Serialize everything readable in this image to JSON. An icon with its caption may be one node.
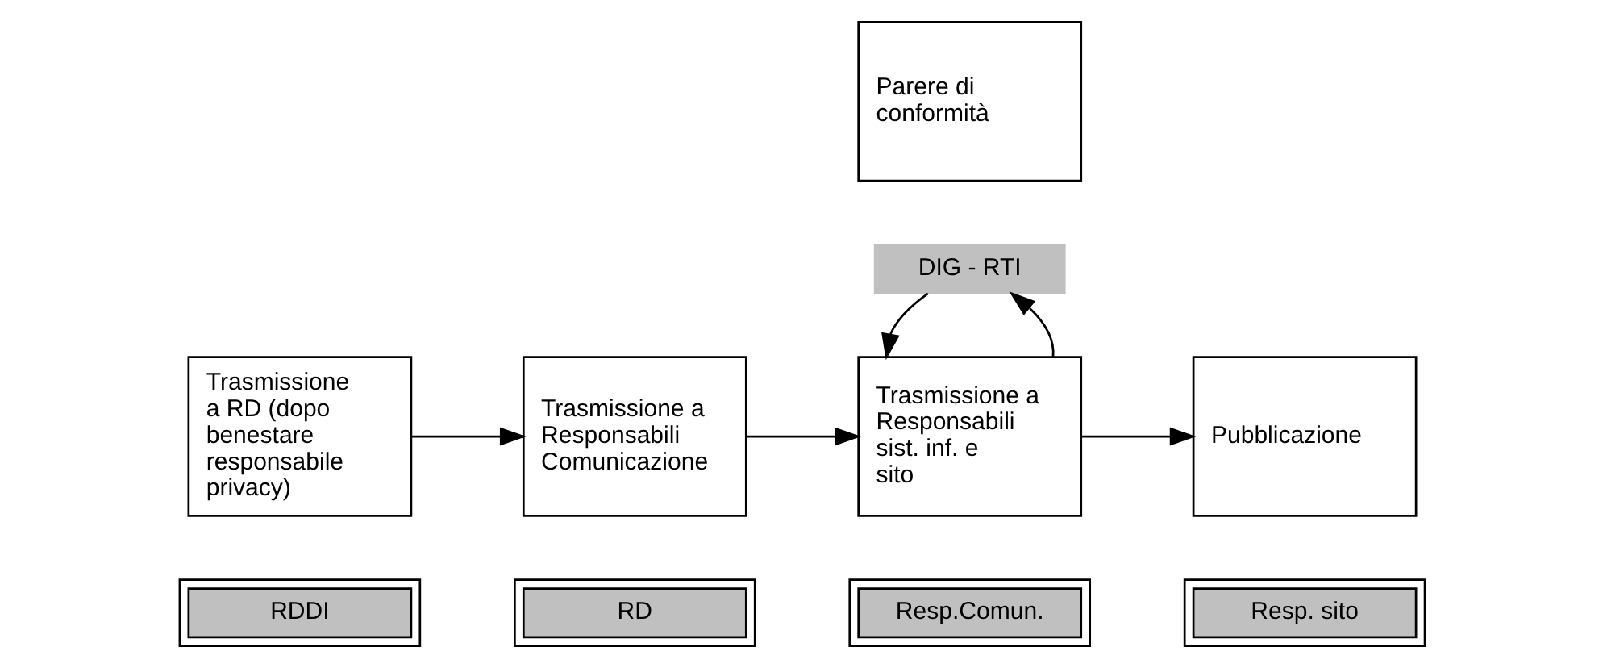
{
  "diagram": {
    "nodes": [
      {
        "text": [
          "RDDI"
        ]
      },
      {
        "text": [
          "RD"
        ]
      },
      {
        "text": [
          "Resp.Comun."
        ]
      },
      {
        "text": [
          "Resp. sito"
        ]
      },
      {
        "text": [
          "Trasmissione a RD (dopo benestare responsabile privacy)"
        ]
      },
      {
        "text": [
          "Trasmissione a Responsabili Comunicazione"
        ]
      },
      {
        "text": [
          "Trasmissione a Responsabili sist. inf. e sito"
        ]
      },
      {
        "text": [
          "Pubblicazione"
        ]
      },
      {
        "text": [
          "DIG - RTI"
        ]
      },
      {
        "text": [
          "Parere di conformità"
        ]
      }
    ],
    "edges": [
      {
        "from": 4,
        "to": 5,
        "arrow": "to"
      },
      {
        "from": 5,
        "to": 6,
        "arrow": "to"
      },
      {
        "from": 6,
        "to": 7,
        "arrow": "to"
      },
      {
        "from": 6,
        "to": 8,
        "arrow": "to"
      },
      {
        "from": 8,
        "to": 6,
        "arrow": "to"
      }
    ]
  }
}
